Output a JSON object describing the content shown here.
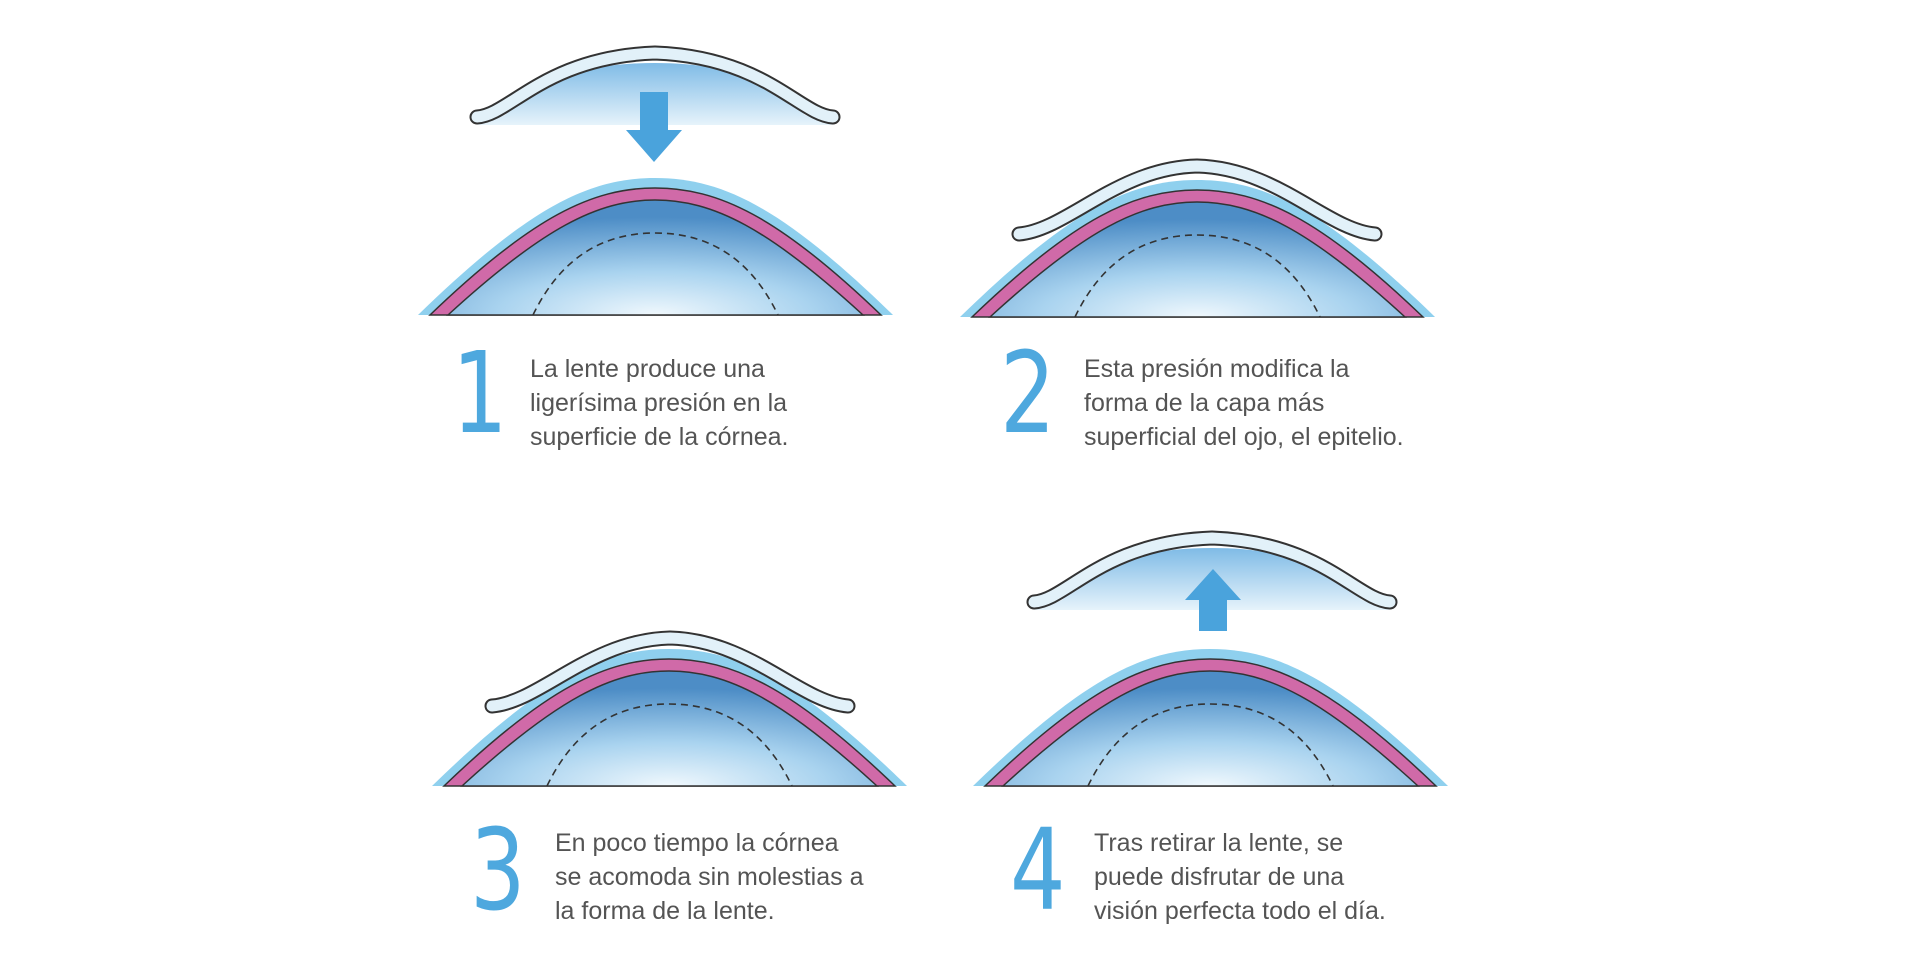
{
  "steps": [
    {
      "number": "1",
      "lines": [
        "La lente produce una",
        "ligerísima presión en la",
        "superficie de la córnea."
      ]
    },
    {
      "number": "2",
      "lines": [
        "Esta presión modifica la",
        "forma de la capa más",
        "superficial del ojo, el epitelio."
      ]
    },
    {
      "number": "3",
      "lines": [
        "En poco tiempo la córnea",
        "se acomoda sin molestias a",
        "la forma de la lente."
      ]
    },
    {
      "number": "4",
      "lines": [
        "Tras retirar la lente, se",
        "puede disfrutar de una",
        "visión perfecta todo el día."
      ]
    }
  ],
  "colors": {
    "accent": "#4ea8de",
    "epithelium": "#d06aa8",
    "cornea": "#8fd0ee",
    "text": "#545454"
  },
  "icons": [
    "arrow-down-icon",
    "arrow-up-icon"
  ]
}
